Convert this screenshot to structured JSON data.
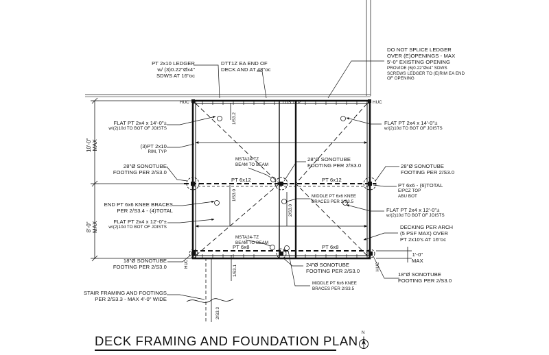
{
  "drawing_title": "DECK FRAMING AND FOUNDATION PLAN",
  "north_label": "N",
  "dimensions": {
    "dim_10": "10'-0\"",
    "dim_8": "8'-0\"",
    "dim_max": "MAX",
    "dim_1": "1'-0\""
  },
  "notes": {
    "ledger": [
      "PT 2x10 LEDGER",
      "w/ (3)0.22\"Øx4\"",
      "SDWS AT 16\"oc"
    ],
    "dtt": [
      "DTT1Z EA END OF",
      "DECK AND AT 48\"oc"
    ],
    "splice": [
      "DO NOT SPLICE LEDGER",
      "OVER (E)OPENINGS - MAX",
      "5'-0\" EXISTING OPENING"
    ],
    "splice_small": [
      "PROVIDE (6)0.22\"Øx4\" SDWS",
      "SCREWS LEDGER TO (E)RIM EA END",
      "OF OPENING"
    ],
    "flat_left_top": [
      "FLAT PT 2x4 x 14'-0\"±"
    ],
    "flat_left_top_small": [
      "w/(2)10d TO BOT OF JOISTS"
    ],
    "flat_right_top": [
      "FLAT PT 2x4 x 14'-0\"±"
    ],
    "flat_right_top_small": [
      "w/(2)10d TO BOT OF JOISTS"
    ],
    "rim": [
      "(3)PT 2x10"
    ],
    "rim_small": [
      "RIM, TYP"
    ],
    "sono28_left": [
      "28\"Ø SONOTUBE",
      "FOOTING PER 2/S3.0"
    ],
    "sono28_center": [
      "28\"Ø SONOTUBE",
      "FOOTING PER 2/S3.0"
    ],
    "sono28_right": [
      "28\"Ø SONOTUBE",
      "FOOTING PER 2/S3.0"
    ],
    "msta_top": [
      "MSTA24-TZ",
      "BEAM TO BEAM"
    ],
    "pt6x6_total": [
      "PT 6x6 - (6)TOTAL"
    ],
    "pt6x6_small": [
      "E/PCZ TOP",
      "ABU BOT"
    ],
    "end_knee": [
      "END PT 6x6 KNEE BRACES",
      "PER 2/S3.4 - (4)TOTAL"
    ],
    "middle_knee_top": [
      "MIDDLE PT 6x6 KNEE",
      "BRACES PER 2/S3.5"
    ],
    "flat_left_bot": [
      "FLAT PT 2x4 x 12'-0\"±"
    ],
    "flat_left_bot_small": [
      "w/(2)10d TO BOT OF JOISTS"
    ],
    "flat_right_bot": [
      "FLAT PT 2x4 x 12'-0\"±"
    ],
    "flat_right_bot_small": [
      "w/(2)10d TO BOT OF JOISTS"
    ],
    "decking": [
      "DECKING PER ARCH",
      "(5 PSF MAX) OVER",
      "PT 2x10's AT 16\"oc"
    ],
    "msta_bot": [
      "MSTA24-TZ",
      "BEAM TO BEAM"
    ],
    "sono18_left": [
      "18\"Ø SONOTUBE",
      "FOOTING PER 2/S3.0"
    ],
    "sono18_right": [
      "18\"Ø SONOTUBE",
      "FOOTING PER 2/S3.0"
    ],
    "sono24": [
      "24\"Ø SONOTUBE",
      "FOOTING PER 2/S3.0"
    ],
    "middle_knee_bot": [
      "MIDDLE PT 6x6 KNEE",
      "BRACES PER 2/S3.5"
    ],
    "stair": [
      "STAIR FRAMING AND FOOTINGS",
      "PER 2/S3.3 - MAX 4'-0\" WIDE"
    ]
  },
  "beam_labels": {
    "beam_mid_left": "PT 6x12",
    "beam_mid_right": "PT 6x12",
    "beam_bot_left": "PT 6x8",
    "beam_bot_right": "PT 6x8"
  },
  "hanger_labels": {
    "huc_top_left": "HUC",
    "huc_top_right": "HUC",
    "lus_top": "LUS TYP",
    "huc_bot_left": "HUC",
    "huc_bot_right": "HUC"
  },
  "section_refs": {
    "sec_top": "1/S3.2",
    "sec_left": "1/S3.0",
    "sec_center": "2/S3.0",
    "sec_bottom": "1/S3.1",
    "sec_stair": "2/S3.3"
  }
}
